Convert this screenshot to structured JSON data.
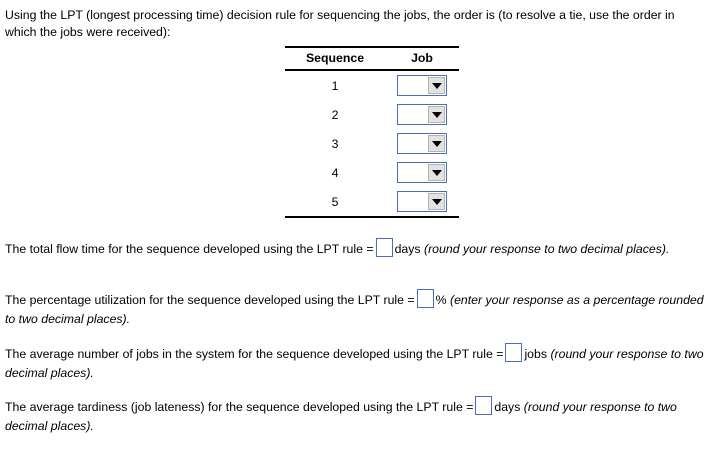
{
  "intro": {
    "text": "Using the LPT (longest processing time) decision rule for sequencing the jobs, the order is (to resolve a tie, use the order in which the jobs were received):"
  },
  "table": {
    "headers": [
      "Sequence",
      "Job"
    ],
    "rows": [
      {
        "sequence": "1",
        "job_value": ""
      },
      {
        "sequence": "2",
        "job_value": ""
      },
      {
        "sequence": "3",
        "job_value": ""
      },
      {
        "sequence": "4",
        "job_value": ""
      },
      {
        "sequence": "5",
        "job_value": ""
      }
    ]
  },
  "questions": [
    {
      "prompt": "The total flow time for the sequence developed using the LPT rule =",
      "value": "",
      "unit": "days",
      "note": "(round your response to two decimal places)."
    },
    {
      "prompt": "The percentage utilization for the sequence developed using the LPT rule =",
      "value": "",
      "unit": "%",
      "note": "(enter your response as a percentage rounded to two decimal places)."
    },
    {
      "prompt": "The average number of jobs in the system for the sequence developed using the LPT rule =",
      "value": "",
      "unit": "jobs",
      "note": "(round your response to two decimal places)."
    },
    {
      "prompt": "The average tardiness (job lateness) for the sequence developed using the LPT rule =",
      "value": "",
      "unit": "days",
      "note": "(round your response to two decimal places)."
    }
  ],
  "colors": {
    "input_border": "#4a6fb5",
    "rule": "#000000",
    "dropdown_button": "#e2e2e2",
    "text": "#000000",
    "background": "#ffffff"
  },
  "icons": {
    "dropdown_arrow": "triangle-down-icon"
  }
}
